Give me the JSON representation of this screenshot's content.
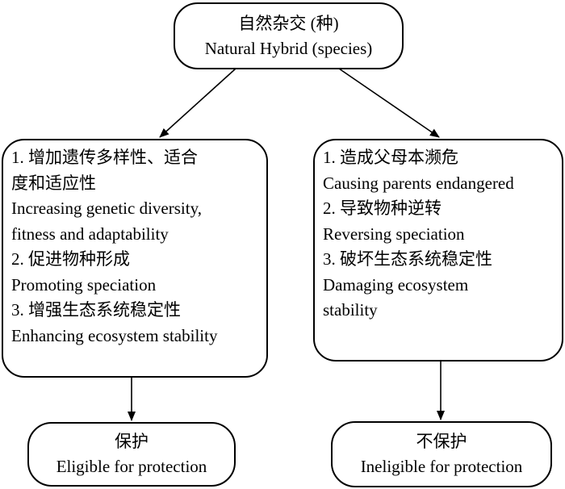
{
  "top": {
    "line1": "自然杂交 (种)",
    "line2": "Natural Hybrid (species)"
  },
  "left": {
    "lines": [
      "1. 增加遗传多样性、适合",
      "度和适应性",
      "Increasing genetic diversity,",
      "fitness and adaptability",
      "2. 促进物种形成",
      "Promoting speciation",
      "3. 增强生态系统稳定性",
      "Enhancing ecosystem stability"
    ]
  },
  "right": {
    "lines": [
      "1. 造成父母本濒危",
      "Causing parents endangered",
      "2. 导致物种逆转",
      "Reversing speciation",
      "3. 破坏生态系统稳定性",
      "Damaging ecosystem",
      "stability"
    ]
  },
  "left_outcome": {
    "line1": "保护",
    "line2": "Eligible for protection"
  },
  "right_outcome": {
    "line1": "不保护",
    "line2": "Ineligible for protection"
  }
}
